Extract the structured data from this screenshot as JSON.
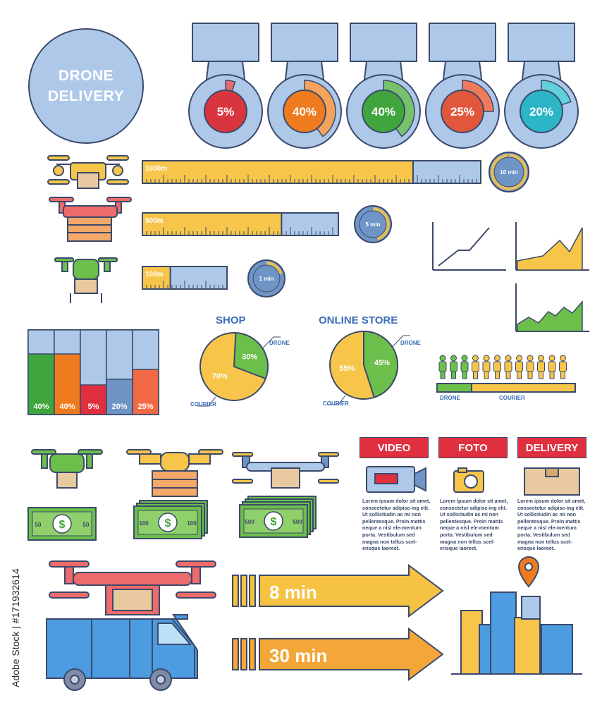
{
  "title": {
    "line1": "DRONE",
    "line2": "DELIVERY"
  },
  "category_donuts": [
    {
      "icon": "banknote-icon",
      "value": 5,
      "label": "5%",
      "color": "#d9353f",
      "light": "#e46a70"
    },
    {
      "icon": "sneakers-icon",
      "value": 40,
      "label": "40%",
      "color": "#ee7b1f",
      "light": "#f4a35e"
    },
    {
      "icon": "popcorn-drink-icon",
      "value": 40,
      "label": "40%",
      "color": "#3fa53c",
      "light": "#76c16c"
    },
    {
      "icon": "camera-phone-icon",
      "value": 25,
      "label": "25%",
      "color": "#e0573c",
      "light": "#f07b5c"
    },
    {
      "icon": "blank-box-icon",
      "value": 20,
      "label": "20%",
      "color": "#2bb5c7",
      "light": "#5fd0dc"
    }
  ],
  "distance_rulers": [
    {
      "label": "1000m",
      "fill": 0.8,
      "clock": "10 min"
    },
    {
      "label": "500m",
      "fill": 0.71,
      "clock": "5 min"
    },
    {
      "label": "100m",
      "fill": 0.33,
      "clock": "1 min"
    }
  ],
  "stacked_bars": {
    "labels": [
      "40%",
      "40%",
      "5%",
      "20%",
      "25%"
    ],
    "values": [
      40,
      40,
      5,
      20,
      25
    ],
    "colors": [
      "#3fa53c",
      "#ee7b1f",
      "#e03040",
      "#6f95c6",
      "#f26a45"
    ]
  },
  "shop_pie": {
    "title": "SHOP",
    "drone": "30%",
    "courier": "70%",
    "drone_value": 30,
    "drone_label": "DRONE",
    "courier_label": "COURIER"
  },
  "online_pie": {
    "title": "ONLINE STORE",
    "drone": "45%",
    "courier": "55%",
    "drone_value": 45,
    "drone_label": "DRONE",
    "courier_label": "COURIER"
  },
  "people_bar": {
    "drone_count": 3,
    "courier_count": 9,
    "drone_label": "DRONE",
    "courier_label": "COURIER"
  },
  "money": [
    {
      "label": "50",
      "bills": 1
    },
    {
      "label": "100",
      "bills": 3
    },
    {
      "label": "500",
      "bills": 4
    }
  ],
  "media": [
    {
      "label": "VIDEO",
      "icon": "video-camera-icon",
      "text": "Lorem ipsum dolor sit amet, consectetur adipisc-ing elit. Ut sollicitudin ac mi non pellentesque. Proin mattis neque a nisl ele-mentum porta. Vestibulum sed magna non tellus scel-erisque laoreet."
    },
    {
      "label": "FOTO",
      "icon": "photo-camera-icon",
      "text": "Lorem ipsum dolor sit amet, consectetur adipisc-ing elit. Ut sollicitudin ac mi non pellentesque. Proin mattis neque a nisl ele-mentum porta. Vestibulum sed magna non tellus scel-erisque laoreet."
    },
    {
      "label": "DELIVERY",
      "icon": "parcel-icon",
      "text": "Lorem ipsum dolor sit amet, consectetur adipisc-ing elit. Ut sollicitudin ac mi non pellentesque. Proin mattis neque a nisl ele-mentum porta. Vestibulum sed magna non tellus scel-erisque laoreet."
    }
  ],
  "arrows": [
    {
      "label": "8 min",
      "color": "#f5c242"
    },
    {
      "label": "30 min",
      "color": "#f4a638"
    }
  ],
  "watermark": "Adobe Stock | #171932614",
  "colors": {
    "blue": "#aec8ea",
    "ink": "#3b4a6b",
    "yellow": "#f7c54a",
    "green": "#6cbf4b",
    "red": "#e03040",
    "orange": "#ee7b1f"
  }
}
